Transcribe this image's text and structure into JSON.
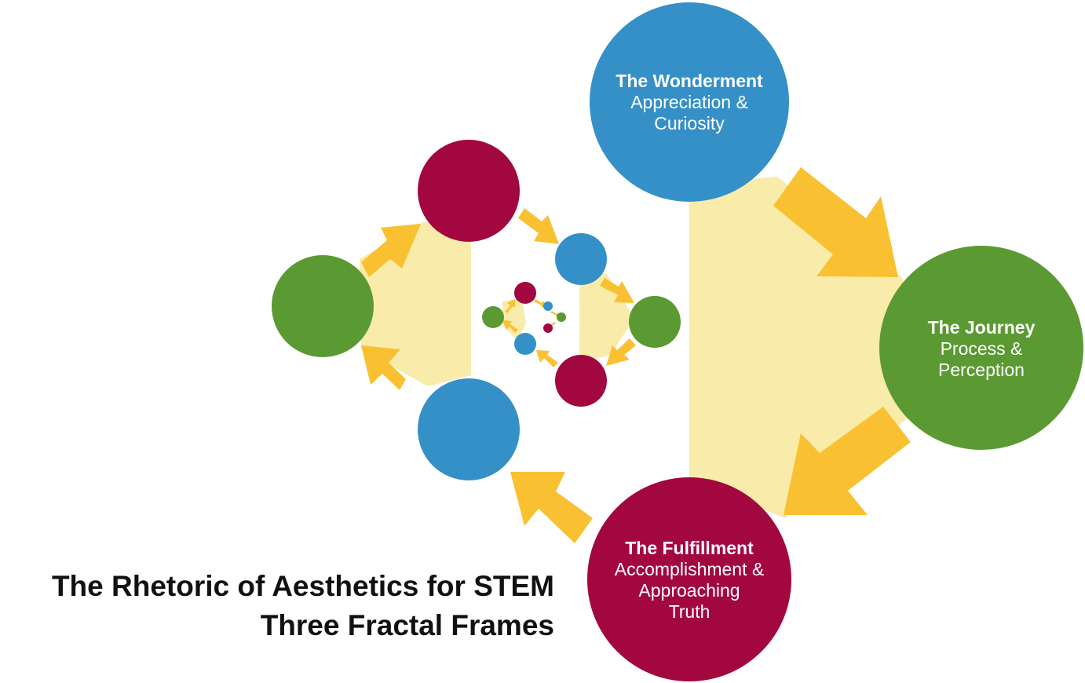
{
  "colors": {
    "blue": "#3590c8",
    "green": "#5b9a33",
    "crimson": "#a3073f",
    "arrow": "#f9c132",
    "band": "#f9ebaa"
  },
  "nodes": {
    "wonderment": {
      "title": "The Wonderment",
      "line1": "Appreciation &",
      "line2": "Curiosity"
    },
    "journey": {
      "title": "The Journey",
      "line1": "Process &",
      "line2": "Perception"
    },
    "fulfillment": {
      "title": "The Fulfillment",
      "line1": "Accomplishment &",
      "line2": "Approaching",
      "line3": "Truth"
    }
  },
  "caption": {
    "line1": "The Rhetoric of Aesthetics for STEM",
    "line2": "Three Fractal Frames"
  }
}
